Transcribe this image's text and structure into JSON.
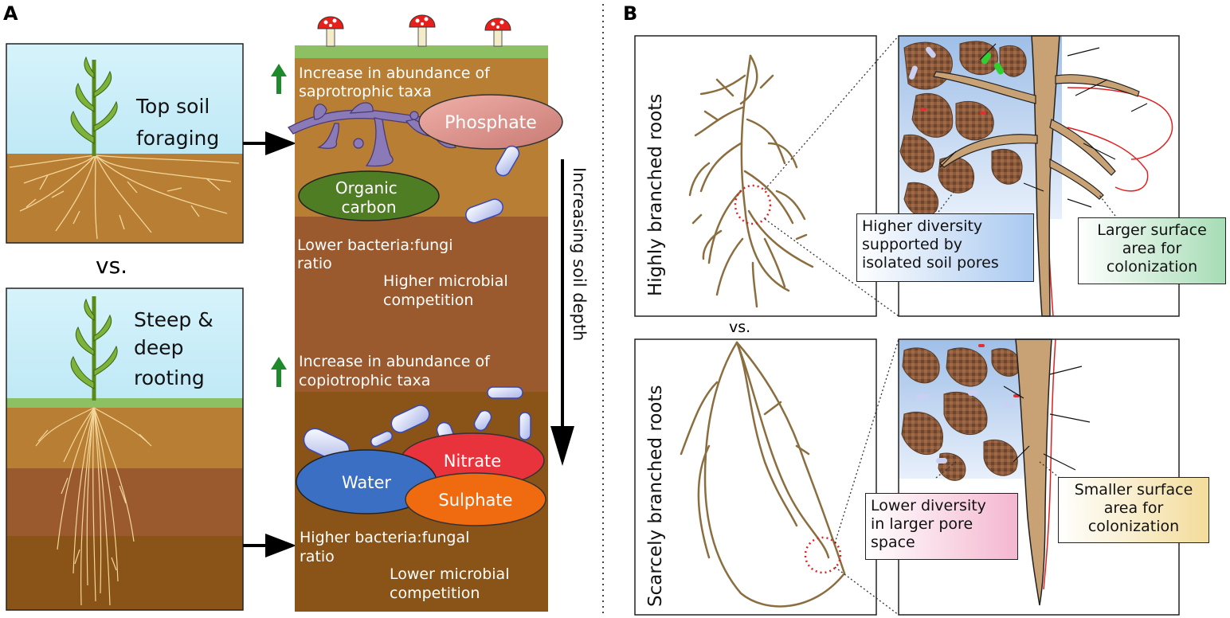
{
  "panel_a": {
    "letter": "A",
    "top_soil_label": [
      "Top soil",
      "foraging"
    ],
    "vs_label": "vs.",
    "deep_label": [
      "Steep &",
      "deep",
      "rooting"
    ],
    "sapro_text": [
      "Increase in abundance of",
      "saprotrophic taxa"
    ],
    "phosphate": "Phosphate",
    "organic_carbon": [
      "Organic",
      "carbon"
    ],
    "ratio_low": [
      "Lower bacteria:fungi",
      "ratio"
    ],
    "competition_high": [
      "Higher microbial",
      "competition"
    ],
    "copio_text": [
      "Increase in abundance of",
      "copiotrophic taxa"
    ],
    "nitrate": "Nitrate",
    "water": "Water",
    "sulphate": "Sulphate",
    "ratio_high": [
      "Higher bacteria:fungal",
      "ratio"
    ],
    "competition_low": [
      "Lower microbial",
      "competition"
    ],
    "depth_arrow": "Increasing soil depth"
  },
  "panel_b": {
    "letter": "B",
    "highly_branched": "Highly branched roots",
    "vs_label": "vs.",
    "scarcely_branched": "Scarcely branched roots",
    "higher_diversity": "Higher diversity\nsupported by\nisolated soil pores",
    "larger_surface": "Larger surface\narea for\ncolonization",
    "lower_diversity": "Lower diversity\nin larger pore\nspace",
    "smaller_surface": "Smaller surface\narea for\ncolonization"
  },
  "colors": {
    "sky": "#c8eef8",
    "grass": "#8dc063",
    "soil1": "#b87e34",
    "soil2": "#9a5a2e",
    "soil3": "#8a5318",
    "phosphate": "#d88a84",
    "carbon": "#4f7d23",
    "nitrate": "#e8323c",
    "water": "#3a6fc4",
    "sulphate": "#f06a10",
    "root": "#8b6e3f",
    "arrow_up": "#1f8a2c"
  }
}
